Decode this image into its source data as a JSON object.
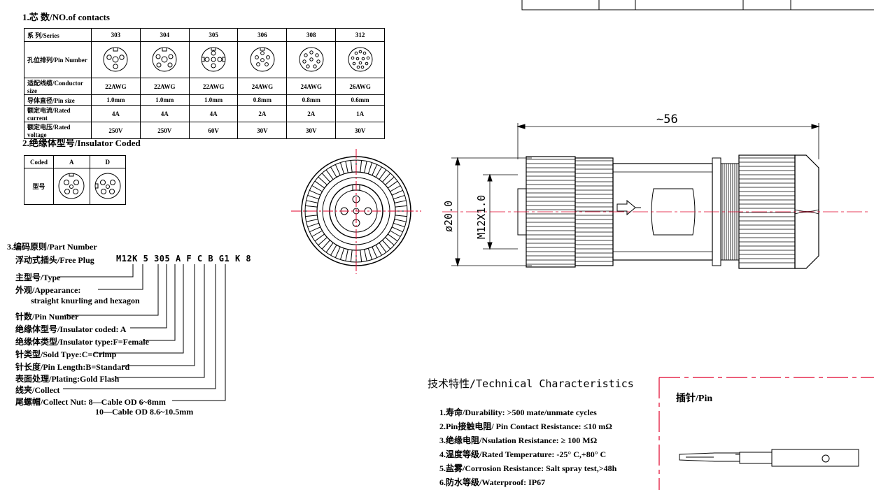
{
  "sections": {
    "contacts_title": "1.芯 数/NO.of contacts",
    "insulator_title": "2.绝缘体型号/Insulator Coded",
    "part_number_title": "3.编码原则/Part Number"
  },
  "contacts_table": {
    "series_label": "系 列/Series",
    "series": [
      "303",
      "304",
      "305",
      "306",
      "308",
      "312"
    ],
    "pin_number_label": "孔位排列/Pin Number",
    "rows": [
      {
        "label": "适配线缆/Conductor size",
        "values": [
          "22AWG",
          "22AWG",
          "22AWG",
          "24AWG",
          "24AWG",
          "26AWG"
        ]
      },
      {
        "label": "导体直径/Pin size",
        "values": [
          "1.0mm",
          "1.0mm",
          "1.0mm",
          "0.8mm",
          "0.8mm",
          "0.6mm"
        ]
      },
      {
        "label": "额定电流/Rated current",
        "values": [
          "4A",
          "4A",
          "4A",
          "2A",
          "2A",
          "1A"
        ]
      },
      {
        "label": "额定电压/Rated voltage",
        "values": [
          "250V",
          "250V",
          "60V",
          "30V",
          "30V",
          "30V"
        ]
      }
    ]
  },
  "insulator_table": {
    "coded_label": "Coded",
    "model_label": "型号",
    "codes": [
      "A",
      "D"
    ]
  },
  "part_number": {
    "plug_label": "浮动式插头/Free Plug",
    "code": "M12K 5 305 A F C B G1 K 8",
    "items": [
      "主型号/Type",
      "外观/Appearance:",
      "straight knurling and hexagon",
      "针数/Pin Number",
      "绝缘体型号/Insulator coded: A",
      "绝缘体类型/Insulator type:F=Female",
      "针类型/Sold Tpye:C=Crimp",
      "针长度/Pin Length:B=Standard",
      "表面处理/Plating:Gold Flash",
      "线夹/Collect",
      "尾螺帽/Collect Nut: 8—Cable OD 6~8mm",
      "10—Cable OD 8.6~10.5mm"
    ]
  },
  "dimensions": {
    "length": "~56",
    "diameter": "ø20.0",
    "thread": "M12X1.0"
  },
  "technical": {
    "title": "技术特性/Technical Characteristics",
    "items": [
      "1.寿命/Durability: >500 mate/unmate cycles",
      "2.Pin接触电阻/ Pin Contact Resistance: ≤10 mΩ",
      "3.绝缘电阻/Nsulation Resistance: ≥ 100 MΩ",
      "4.温度等级/Rated Temperature: -25° C,+80° C",
      "5.盐雾/Corrosion Resistance: Salt spray test,>48h",
      "6.防水等级/Waterproof: IP67"
    ]
  },
  "pin_panel": {
    "title": "插针/Pin"
  },
  "colors": {
    "ink": "#000000",
    "centerline": "#e0002a"
  }
}
